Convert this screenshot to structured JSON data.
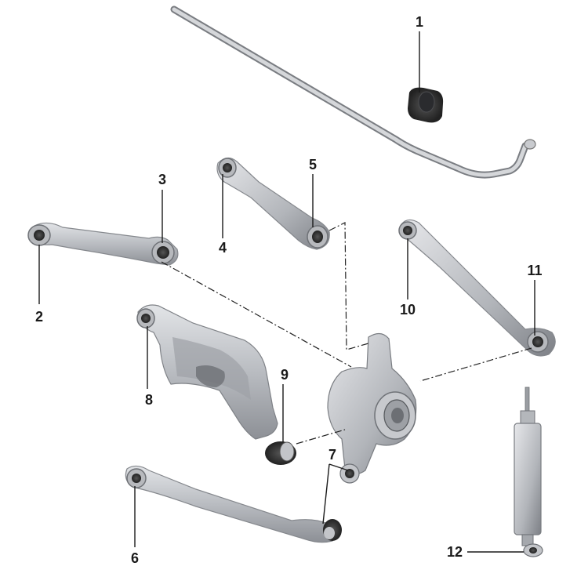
{
  "callouts": [
    {
      "id": "1",
      "label": "1"
    },
    {
      "id": "2",
      "label": "2"
    },
    {
      "id": "3",
      "label": "3"
    },
    {
      "id": "4",
      "label": "4"
    },
    {
      "id": "5",
      "label": "5"
    },
    {
      "id": "6",
      "label": "6"
    },
    {
      "id": "7",
      "label": "7"
    },
    {
      "id": "8",
      "label": "8"
    },
    {
      "id": "9",
      "label": "9"
    },
    {
      "id": "10",
      "label": "10"
    },
    {
      "id": "11",
      "label": "11"
    },
    {
      "id": "12",
      "label": "12"
    }
  ],
  "colors": {
    "part_light": "#d2d4d7",
    "part_mid": "#a9acb1",
    "part_dark": "#6f7378",
    "bushing": "#3a3b3e",
    "line": "#1a1a1a"
  },
  "icons": [
    "stabilizer-bar",
    "stabilizer-bushing",
    "upper-wishbone",
    "camber-link",
    "trailing-arm",
    "wheel-carrier",
    "guide-link",
    "toe-link",
    "shock-absorber",
    "rubber-bushing"
  ]
}
